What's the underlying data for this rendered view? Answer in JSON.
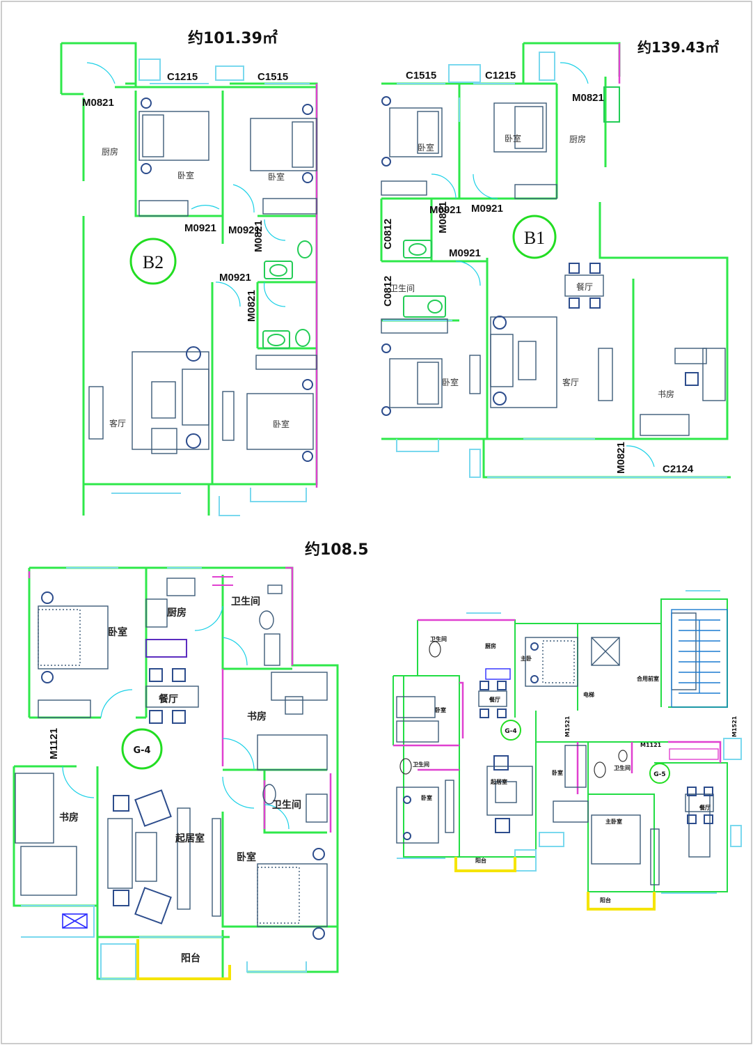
{
  "plans": [
    {
      "id": "b2",
      "area": "约101.39㎡",
      "tag": "B2",
      "codes": [
        "C1215",
        "C1515",
        "M0821",
        "M0921",
        "M0921",
        "M0921",
        "M0821",
        "M0821"
      ],
      "rooms": [
        "厨房",
        "卧室",
        "卧室",
        "客厅",
        "卧室"
      ]
    },
    {
      "id": "b1",
      "area": "约139.43㎡",
      "tag": "B1",
      "codes": [
        "C1515",
        "C1215",
        "M0821",
        "M0921",
        "M0921",
        "M0921",
        "M0821",
        "C0812",
        "C0812",
        "M0821",
        "C2124"
      ],
      "rooms": [
        "卧室",
        "卧室",
        "厨房",
        "卫生间",
        "餐厅",
        "卧室",
        "客厅",
        "书房"
      ]
    },
    {
      "id": "g4",
      "area": "约108.5",
      "tag": "G-4",
      "codes": [
        "M1121"
      ],
      "rooms": [
        "卧室",
        "厨房",
        "卫生间",
        "餐厅",
        "书房",
        "书房",
        "卫生间",
        "起居室",
        "卧室",
        "阳台"
      ]
    },
    {
      "id": "g5",
      "tags": [
        "G-4",
        "G-5"
      ],
      "codes": [
        "M1121",
        "M1521",
        "M1521"
      ],
      "rooms": [
        "卫生间",
        "厨房",
        "主卧",
        "电梯",
        "合用前室",
        "餐厅",
        "卧室",
        "卫生间",
        "起居室",
        "卧室",
        "卫生间",
        "卧室",
        "阳台",
        "主卧室",
        "餐厅",
        "阳台"
      ]
    }
  ],
  "colors": {
    "wall": "#2ee84a",
    "window": "#79d8ee",
    "partition": "#e040d0",
    "furniture": "#3c5a78",
    "balcony": "#f5e400"
  }
}
